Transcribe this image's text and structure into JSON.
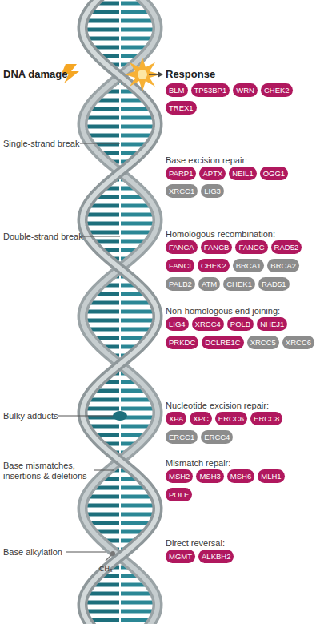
{
  "diagram": {
    "nodes": [
      {
        "text": [
          "BLM"
        ]
      },
      {
        "text": [
          "TP53BP1"
        ]
      },
      {
        "text": [
          "WRN"
        ]
      },
      {
        "text": [
          "CHEK2"
        ]
      },
      {
        "text": [
          "TREX1"
        ]
      },
      {
        "text": [
          "PARP1"
        ]
      },
      {
        "text": [
          "APTX"
        ]
      },
      {
        "text": [
          "NEIL1"
        ]
      },
      {
        "text": [
          "OGG1"
        ]
      },
      {
        "text": [
          "XRCC1"
        ]
      },
      {
        "text": [
          "LIG3"
        ]
      },
      {
        "text": [
          "FANCA"
        ]
      },
      {
        "text": [
          "FANCB"
        ]
      },
      {
        "text": [
          "FANCC"
        ]
      },
      {
        "text": [
          "RAD52"
        ]
      },
      {
        "text": [
          "FANCI"
        ]
      },
      {
        "text": [
          "CHEK2"
        ]
      },
      {
        "text": [
          "BRCA1"
        ]
      },
      {
        "text": [
          "BRCA2"
        ]
      },
      {
        "text": [
          "PALB2"
        ]
      },
      {
        "text": [
          "ATM"
        ]
      },
      {
        "text": [
          "CHEK1"
        ]
      },
      {
        "text": [
          "RAD51"
        ]
      },
      {
        "text": [
          "LIG4"
        ]
      },
      {
        "text": [
          "XRCC4"
        ]
      },
      {
        "text": [
          "POLB"
        ]
      },
      {
        "text": [
          "NHEJ1"
        ]
      },
      {
        "text": [
          "PRKDC"
        ]
      },
      {
        "text": [
          "DCLRE1C"
        ]
      },
      {
        "text": [
          "XRCC5"
        ]
      },
      {
        "text": [
          "XRCC6"
        ]
      },
      {
        "text": [
          "XPA"
        ]
      },
      {
        "text": [
          "XPC"
        ]
      },
      {
        "text": [
          "ERCC6"
        ]
      },
      {
        "text": [
          "ERCC8"
        ]
      },
      {
        "text": [
          "ERCC1"
        ]
      },
      {
        "text": [
          "ERCC4"
        ]
      },
      {
        "text": [
          "MSH2"
        ]
      },
      {
        "text": [
          "MSH3"
        ]
      },
      {
        "text": [
          "MSH6"
        ]
      },
      {
        "text": [
          "MLH1"
        ]
      },
      {
        "text": [
          "POLE"
        ]
      },
      {
        "text": [
          "MGMT"
        ]
      },
      {
        "text": [
          "ALKBH2"
        ]
      }
    ],
    "labels": [
      "DNA damage",
      "Response",
      "Single-strand break",
      "Base excision repair:",
      "Double-strand break",
      "Homologous recombination:",
      "Non-homologous end joining:",
      "Bulky adducts",
      "Nucleotide excision repair:",
      "Base mismatches, insertions & deletions",
      "Mismatch repair:",
      "Base alkylation",
      "Direct reversal:",
      "CH₃"
    ]
  }
}
